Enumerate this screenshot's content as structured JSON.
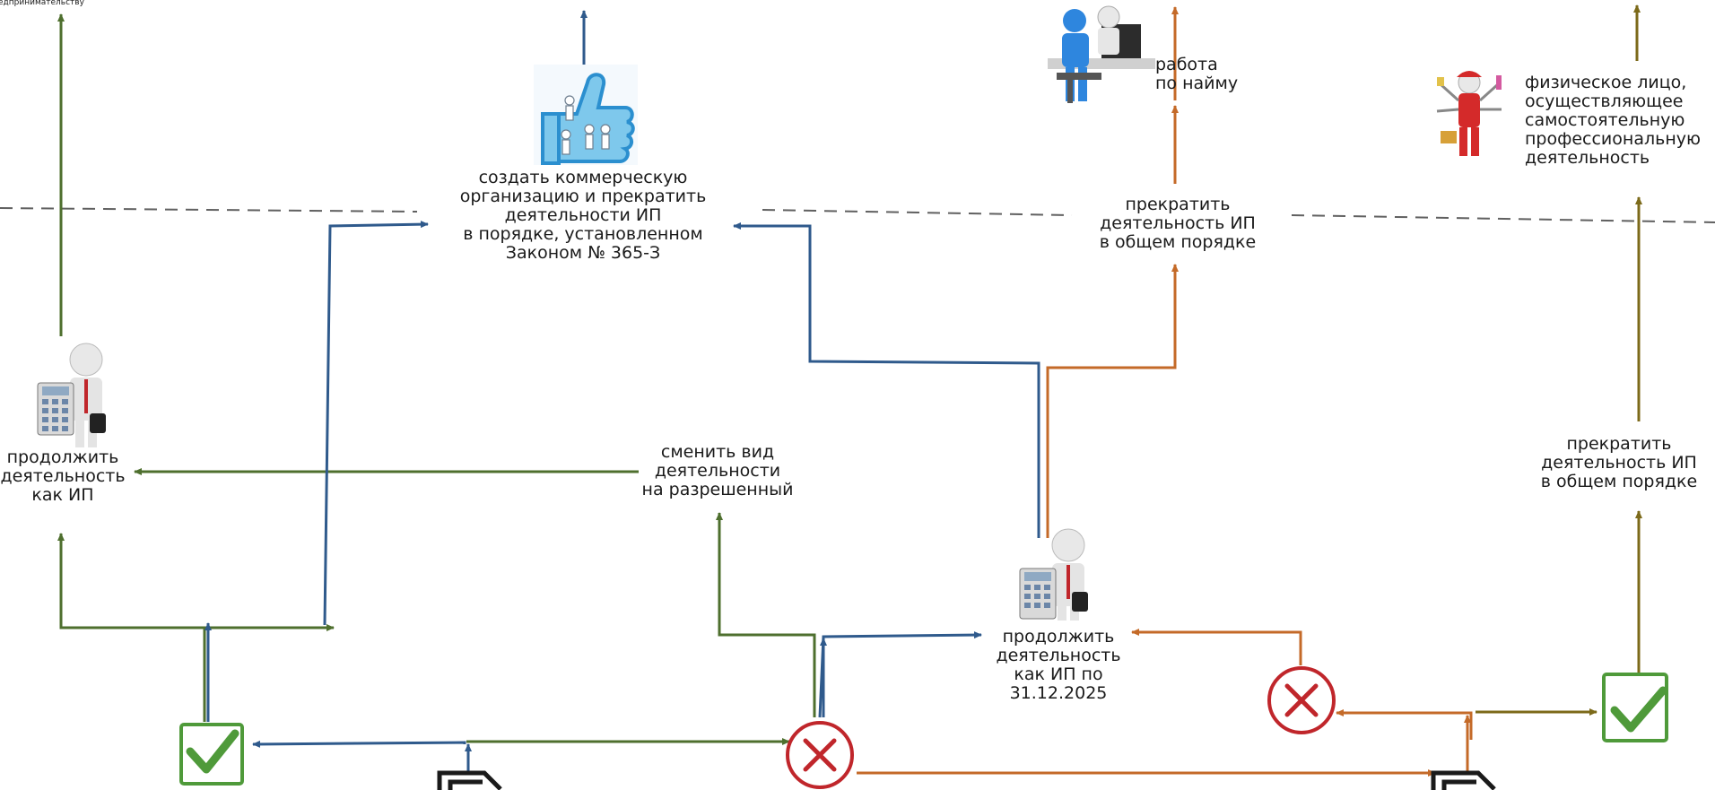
{
  "labels": {
    "top_left_fragment": "едпринимательству",
    "commercial_org": [
      "создать коммерческую",
      "организацию и прекратить",
      "деятельности ИП",
      "в порядке, установленном",
      "Законом № 365-З"
    ],
    "employment": [
      "работа",
      "по найму"
    ],
    "stop_general_top": [
      "прекратить",
      "деятельность ИП",
      "в общем порядке"
    ],
    "self_employed": [
      "физическое лицо,",
      "осуществляющее",
      "самостоятельную",
      "профессиональную",
      "деятельность"
    ],
    "continue_left": [
      "продолжить",
      "деятельность",
      "как ИП"
    ],
    "change_activity": [
      "сменить вид",
      "деятельности",
      "на разрешенный"
    ],
    "continue_2025": [
      "продолжить",
      "деятельность",
      "как ИП по",
      "31.12.2025"
    ],
    "stop_general_right": [
      "прекратить",
      "деятельность ИП",
      "в общем порядке"
    ]
  },
  "colors": {
    "green": "#4e6f2e",
    "blue": "#2f5a8c",
    "orange": "#c46a28",
    "olive": "#7c6a1a",
    "check": "#4f9a3a",
    "cross": "#c0262b",
    "dash": "#606060"
  },
  "icons": [
    "thumbs-up-group-icon",
    "office-worker-icon",
    "multitasking-worker-icon",
    "businessman-calculator-icon",
    "check-icon",
    "cross-icon",
    "document-icon"
  ]
}
